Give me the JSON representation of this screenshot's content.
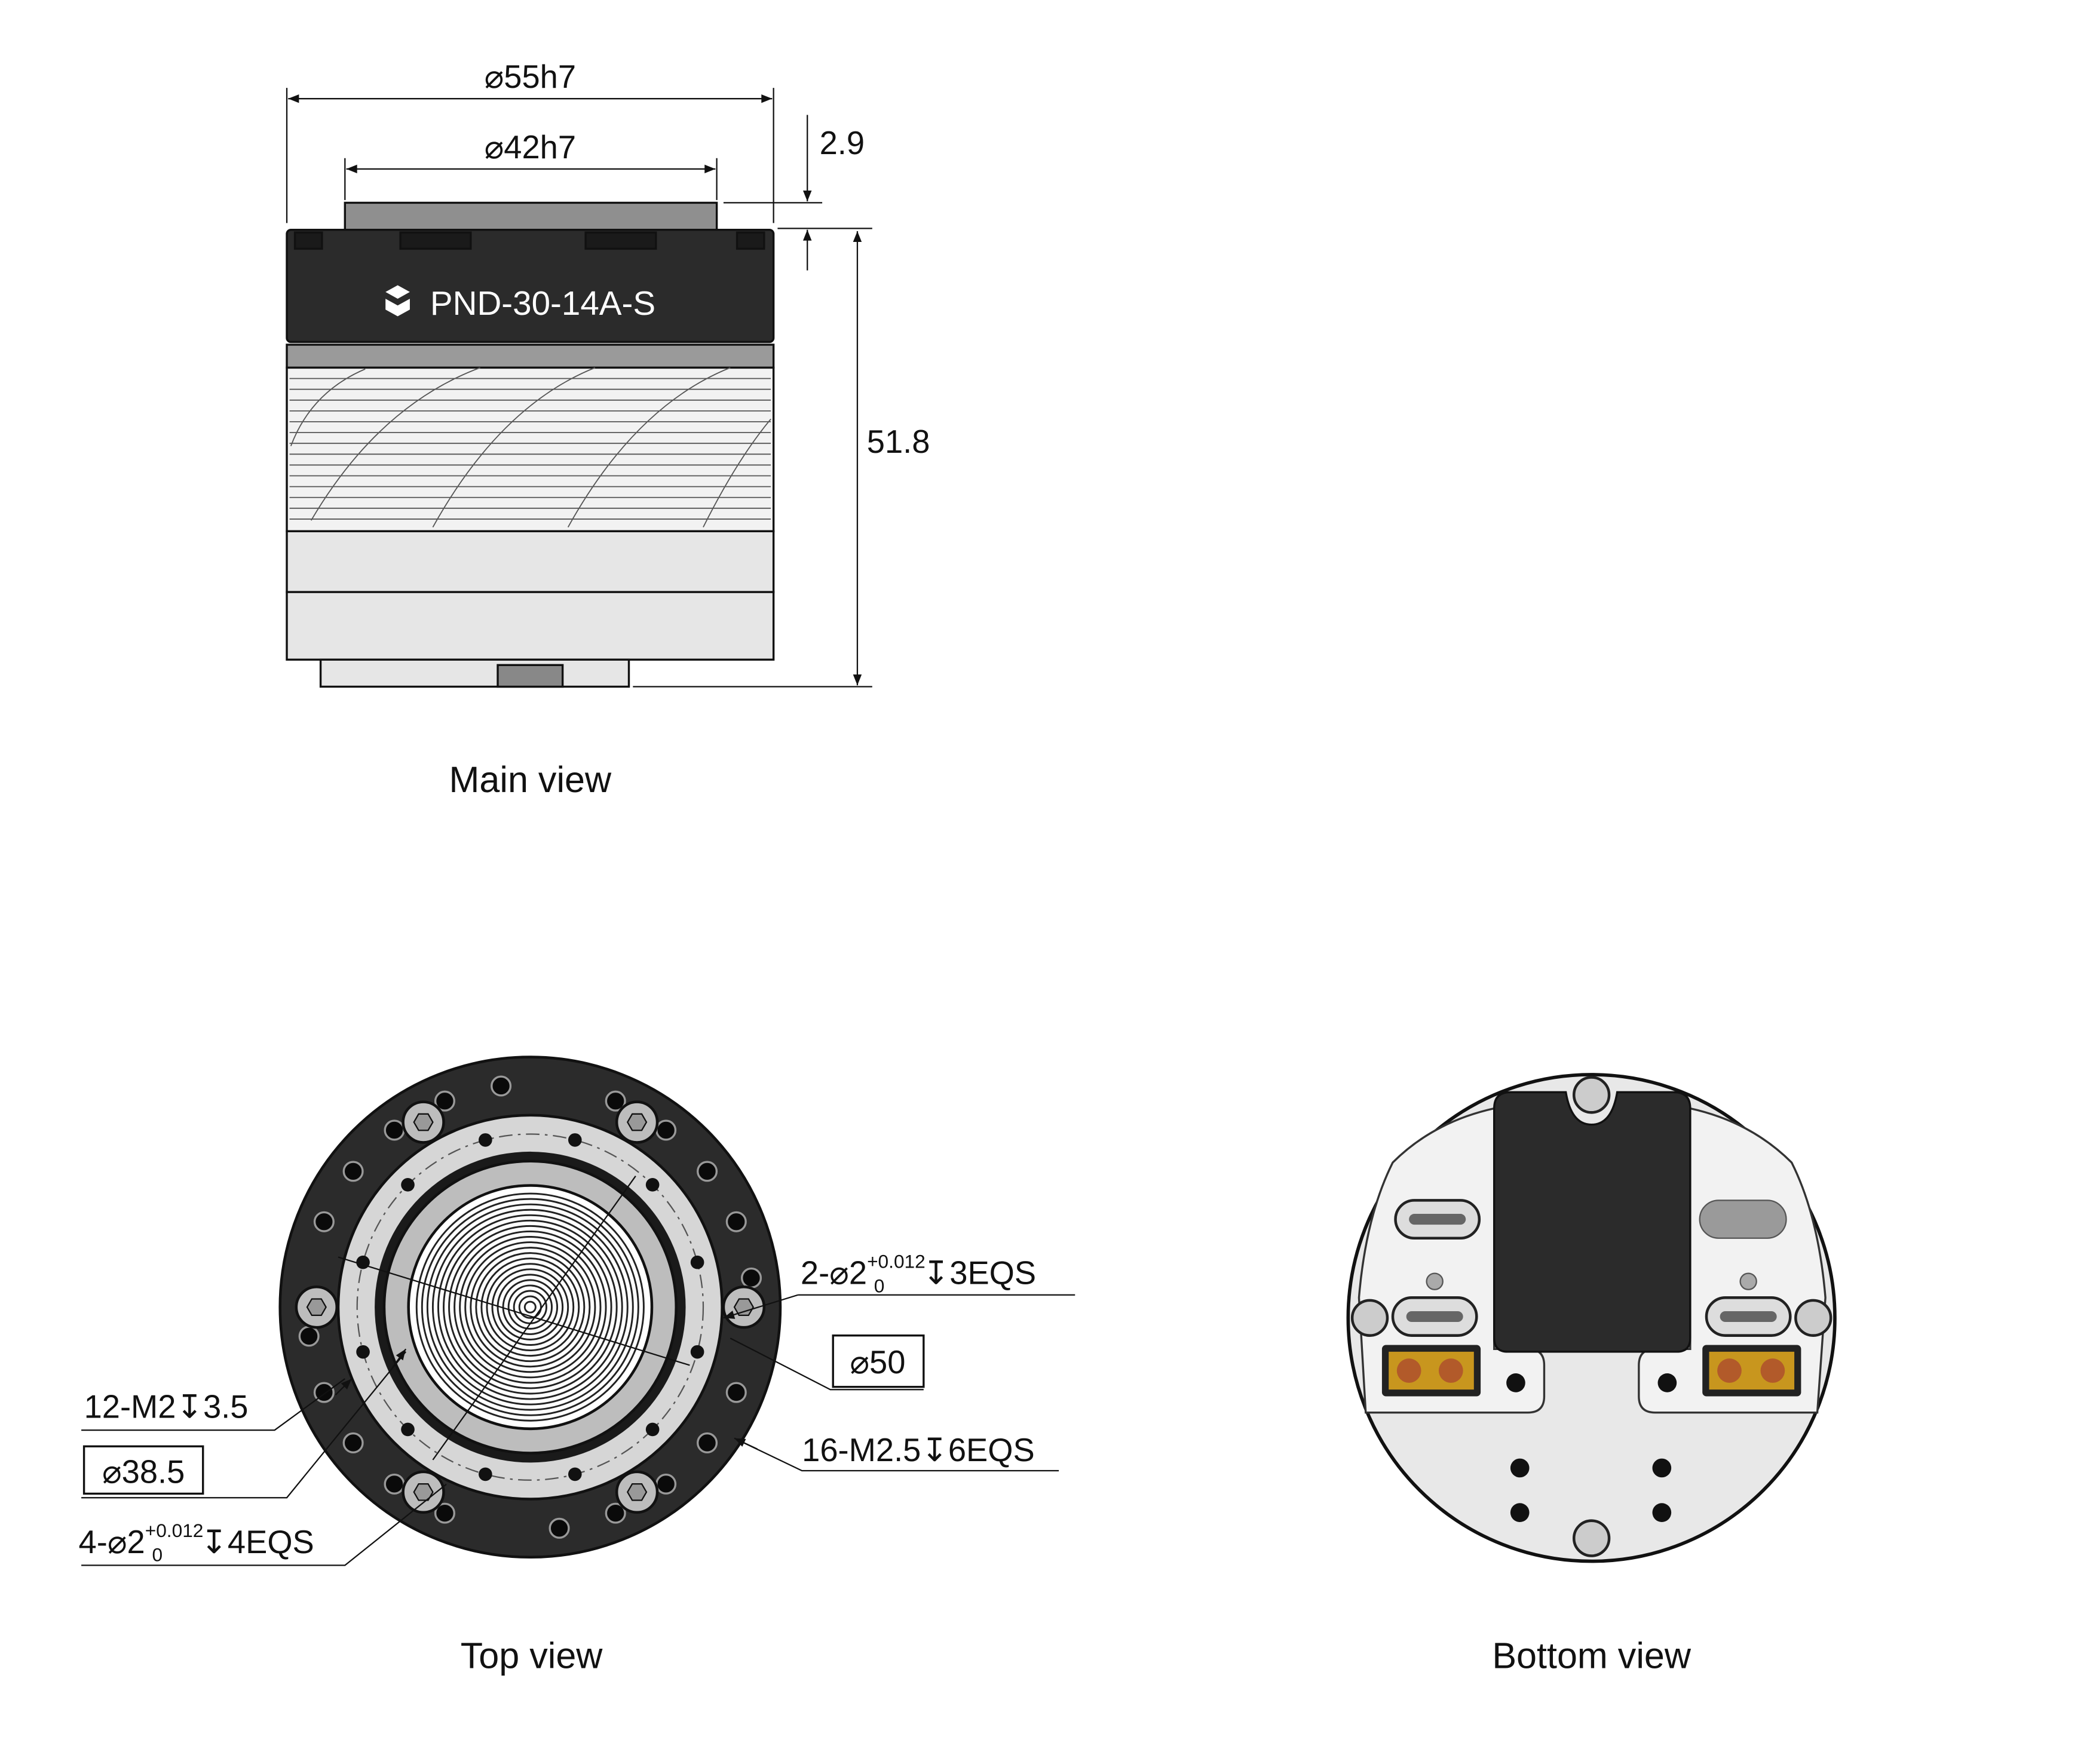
{
  "main_view": {
    "caption": "Main view",
    "model_label": "PND-30-14A-S",
    "dim_outer_diameter": "⌀55h7",
    "dim_inner_diameter": "⌀42h7",
    "dim_flange_height": "2.9",
    "dim_total_height": "51.8"
  },
  "top_view": {
    "caption": "Top view",
    "callout_pins_right": {
      "prefix": "2-⌀2",
      "tol_upper": "+0.012",
      "tol_lower": "0",
      "suffix": "↧3EQS"
    },
    "callout_d50": "⌀50",
    "callout_m25": "16-M2.5↧6EQS",
    "callout_m2": "12-M2↧3.5",
    "callout_d385": "⌀38.5",
    "callout_pins_left": {
      "prefix": "4-⌀2",
      "tol_upper": "+0.012",
      "tol_lower": "0",
      "suffix": "↧4EQS"
    }
  },
  "bottom_view": {
    "caption": "Bottom view"
  },
  "colors": {
    "dark": "#2b2b2b",
    "grey": "#9a9a9a",
    "light": "#e6e6e6",
    "connector": "#c8961e"
  }
}
